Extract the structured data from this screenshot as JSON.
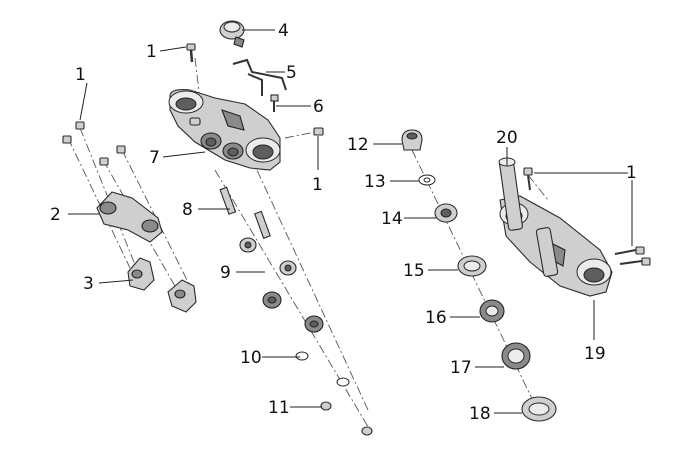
{
  "labels": {
    "l1a": "1",
    "l1b": "1",
    "l1c": "1",
    "l1d": "1",
    "l2": "2",
    "l3": "3",
    "l4": "4",
    "l5": "5",
    "l6": "6",
    "l7": "7",
    "l8": "8",
    "l9": "9",
    "l10": "10",
    "l11": "11",
    "l12": "12",
    "l13": "13",
    "l14": "14",
    "l15": "15",
    "l16": "16",
    "l17": "17",
    "l18": "18",
    "l19": "19",
    "l20": "20"
  },
  "colors": {
    "ink": "#111111",
    "part_fill": "#cfcfcf",
    "part_dark": "#8a8a8a"
  }
}
